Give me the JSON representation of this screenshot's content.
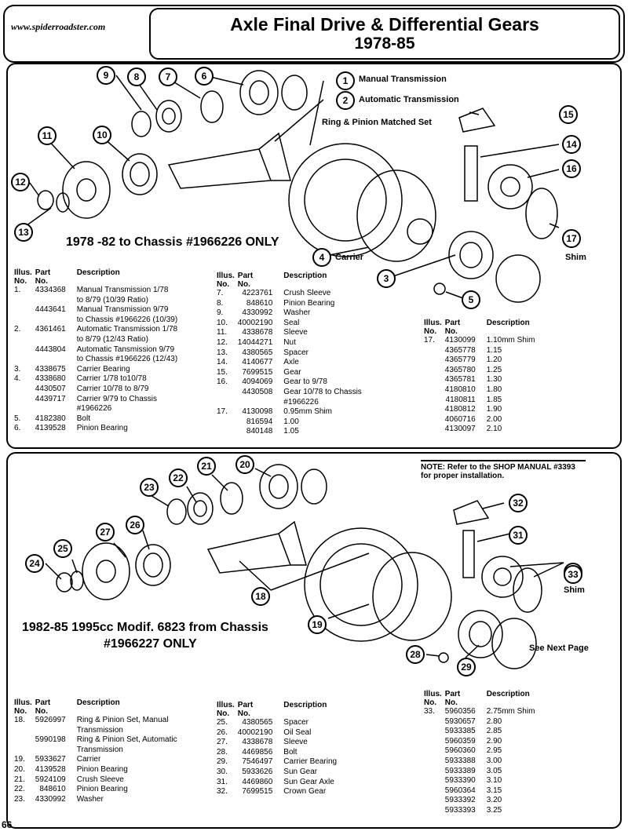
{
  "header": {
    "website": "www.spiderroadster.com",
    "title": "Axle Final Drive & Differential Gears",
    "years": "1978-85"
  },
  "top": {
    "labels": {
      "manual": "Manual Transmission",
      "automatic": "Automatic Transmission",
      "ringpinion": "Ring & Pinion Matched Set",
      "carrier": "Carrier",
      "shim": "Shim"
    },
    "caption": "1978 -82 to Chassis #1966226 ONLY",
    "callouts": [
      "1",
      "2",
      "3",
      "4",
      "5",
      "6",
      "7",
      "8",
      "9",
      "10",
      "11",
      "12",
      "13",
      "14",
      "15",
      "16",
      "17"
    ],
    "headers": {
      "illus": "Illus.",
      "no": "No.",
      "part": "Part",
      "desc": "Description"
    },
    "table1": [
      [
        "1.",
        "4334368",
        "Manual Transmission 1/78"
      ],
      [
        "",
        "",
        "to 8/79 (10/39 Ratio)"
      ],
      [
        "",
        "4443641",
        "Manual Transmission 9/79"
      ],
      [
        "",
        "",
        "to Chassis #1966226 (10/39)"
      ],
      [
        "2.",
        "4361461",
        "Automatic Transmission 1/78"
      ],
      [
        "",
        "",
        "to 8/79 (12/43 Ratio)"
      ],
      [
        "",
        "4443804",
        "Automatic Tansmission 9/79"
      ],
      [
        "",
        "",
        "to Chassis #1966226 (12/43)"
      ],
      [
        "3.",
        "4338675",
        "Carrier Bearing"
      ],
      [
        "4.",
        "4338680",
        "Carrier 1/78 to10/78"
      ],
      [
        "",
        "4430507",
        "Carrier 10/78 to 8/79"
      ],
      [
        "",
        "4439717",
        "Carrier 9/79 to Chassis"
      ],
      [
        "",
        "",
        "#1966226"
      ],
      [
        "5.",
        "4182380",
        "Bolt"
      ],
      [
        "6.",
        "4139528",
        "Pinion Bearing"
      ]
    ],
    "table2": [
      [
        "7.",
        "4223761",
        "Crush Sleeve"
      ],
      [
        "8.",
        "848610",
        "Pinion Bearing"
      ],
      [
        "9.",
        "4330992",
        "Washer"
      ],
      [
        "10.",
        "40002190",
        "Seal"
      ],
      [
        "11.",
        "4338678",
        "Sleeve"
      ],
      [
        "12.",
        "14044271",
        "Nut"
      ],
      [
        "13.",
        "4380565",
        "Spacer"
      ],
      [
        "14.",
        "4140677",
        "Axle"
      ],
      [
        "15.",
        "7699515",
        "Gear"
      ],
      [
        "16.",
        "4094069",
        "Gear to 9/78"
      ],
      [
        "",
        "4430508",
        "Gear 10/78 to Chassis"
      ],
      [
        "",
        "",
        "#1966226"
      ],
      [
        "17.",
        "4130098",
        "0.95mm Shim"
      ],
      [
        "",
        "816594",
        "1.00"
      ],
      [
        "",
        "840148",
        "1.05"
      ]
    ],
    "table3": [
      [
        "17.",
        "4130099",
        "1.10mm Shim"
      ],
      [
        "",
        "4365778",
        "1.15"
      ],
      [
        "",
        "4365779",
        "1.20"
      ],
      [
        "",
        "4365780",
        "1.25"
      ],
      [
        "",
        "4365781",
        "1.30"
      ],
      [
        "",
        "4180810",
        "1.80"
      ],
      [
        "",
        "4180811",
        "1.85"
      ],
      [
        "",
        "4180812",
        "1.90"
      ],
      [
        "",
        "4060716",
        "2.00"
      ],
      [
        "",
        "4130097",
        "2.10"
      ]
    ]
  },
  "bottom": {
    "note": "NOTE: Refer to the SHOP MANUAL #3393 for proper installation.",
    "caption1": "1982-85 1995cc Modif. 6823 from Chassis",
    "caption2": "#1966227 ONLY",
    "see_next": "See Next Page",
    "shim": "Shim",
    "callouts": [
      "18",
      "19",
      "20",
      "21",
      "22",
      "23",
      "24",
      "25",
      "26",
      "27",
      "28",
      "29",
      "30",
      "31",
      "32",
      "33"
    ],
    "table1": [
      [
        "18.",
        "5926997",
        "Ring & Pinion Set, Manual"
      ],
      [
        "",
        "",
        "Transmission"
      ],
      [
        "",
        "5990198",
        "Ring & Pinion Set, Automatic"
      ],
      [
        "",
        "",
        "Transmission"
      ],
      [
        "19.",
        "5933627",
        "Carrier"
      ],
      [
        "20.",
        "4139528",
        "Pinion Bearing"
      ],
      [
        "21.",
        "5924109",
        "Crush Sleeve"
      ],
      [
        "22.",
        "848610",
        "Pinion Bearing"
      ],
      [
        "23.",
        "4330992",
        "Washer"
      ]
    ],
    "table2": [
      [
        "25.",
        "4380565",
        "Spacer"
      ],
      [
        "26.",
        "40002190",
        "Oil Seal"
      ],
      [
        "27.",
        "4338678",
        "Sleeve"
      ],
      [
        "28.",
        "4469856",
        "Bolt"
      ],
      [
        "29.",
        "7546497",
        "Carrier Bearing"
      ],
      [
        "30.",
        "5933626",
        "Sun Gear"
      ],
      [
        "31.",
        "4469860",
        "Sun Gear Axle"
      ],
      [
        "32.",
        "7699515",
        "Crown Gear"
      ]
    ],
    "table3": [
      [
        "33.",
        "5960356",
        "2.75mm Shim"
      ],
      [
        "",
        "5930657",
        "2.80"
      ],
      [
        "",
        "5933385",
        "2.85"
      ],
      [
        "",
        "5960359",
        "2.90"
      ],
      [
        "",
        "5960360",
        "2.95"
      ],
      [
        "",
        "5933388",
        "3.00"
      ],
      [
        "",
        "5933389",
        "3.05"
      ],
      [
        "",
        "5933390",
        "3.10"
      ],
      [
        "",
        "5960364",
        "3.15"
      ],
      [
        "",
        "5933392",
        "3.20"
      ],
      [
        "",
        "5933393",
        "3.25"
      ]
    ]
  },
  "page_number": "66"
}
